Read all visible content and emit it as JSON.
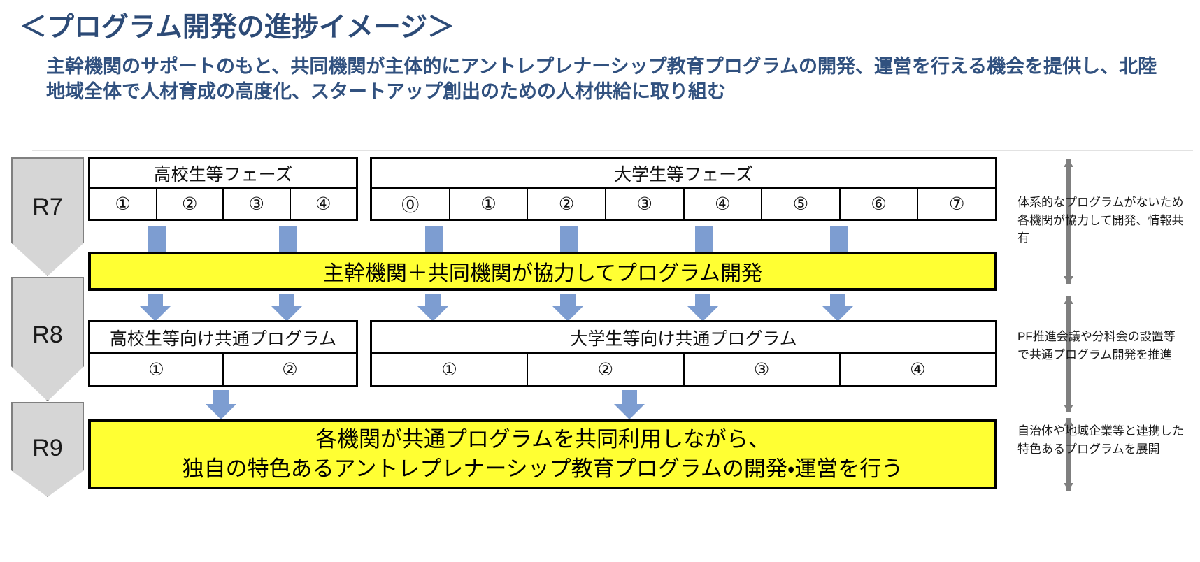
{
  "header": {
    "title": "＜プログラム開発の進捗イメージ＞",
    "lead": "主幹機関のサポートのもと、共同機関が主体的にアントレプレナーシップ教育プログラムの開発、運営を行える機会を提供し、北陸地域全体で人材育成の高度化、スタートアップ創出のための人材供給に取り組む"
  },
  "years": {
    "r7": "R7",
    "r8": "R8",
    "r9": "R9"
  },
  "r7": {
    "hs_phase": {
      "title": "高校生等フェーズ",
      "cells": [
        "①",
        "②",
        "③",
        "④"
      ]
    },
    "uni_phase": {
      "title": "大学生等フェーズ",
      "cells": [
        "⓪",
        "①",
        "②",
        "③",
        "④",
        "⑤",
        "⑥",
        "⑦"
      ]
    }
  },
  "mid_bar": {
    "label": "主幹機関＋共同機関が協力してプログラム開発"
  },
  "r8": {
    "hs_common": {
      "title": "高校生等向け共通プログラム",
      "cells": [
        "①",
        "②"
      ]
    },
    "uni_common": {
      "title": "大学生等向け共通プログラム",
      "cells": [
        "①",
        "②",
        "③",
        "④"
      ]
    }
  },
  "r9": {
    "line1": "各機関が共通プログラムを共同利用しながら、",
    "line2": "独自の特色あるアントレプレナーシップ教育プログラムの開発・運営を行う"
  },
  "notes": {
    "r7": "体系的なプログラムがないため各機関が協力して開発、情報共有",
    "r8": "PF推進会議や分科会の設置等で共通プログラム開発を推進",
    "r9": "自治体や地域企業等と連携した特色あるプログラムを展開"
  },
  "colors": {
    "title_blue": "#2d4b77",
    "lead_blue": "#31517f",
    "yellow": "#ffff33",
    "connector_blue": "#7d9dd1",
    "chevron_gray": "#d6d6d6",
    "axis_gray": "#7f7f7f"
  }
}
